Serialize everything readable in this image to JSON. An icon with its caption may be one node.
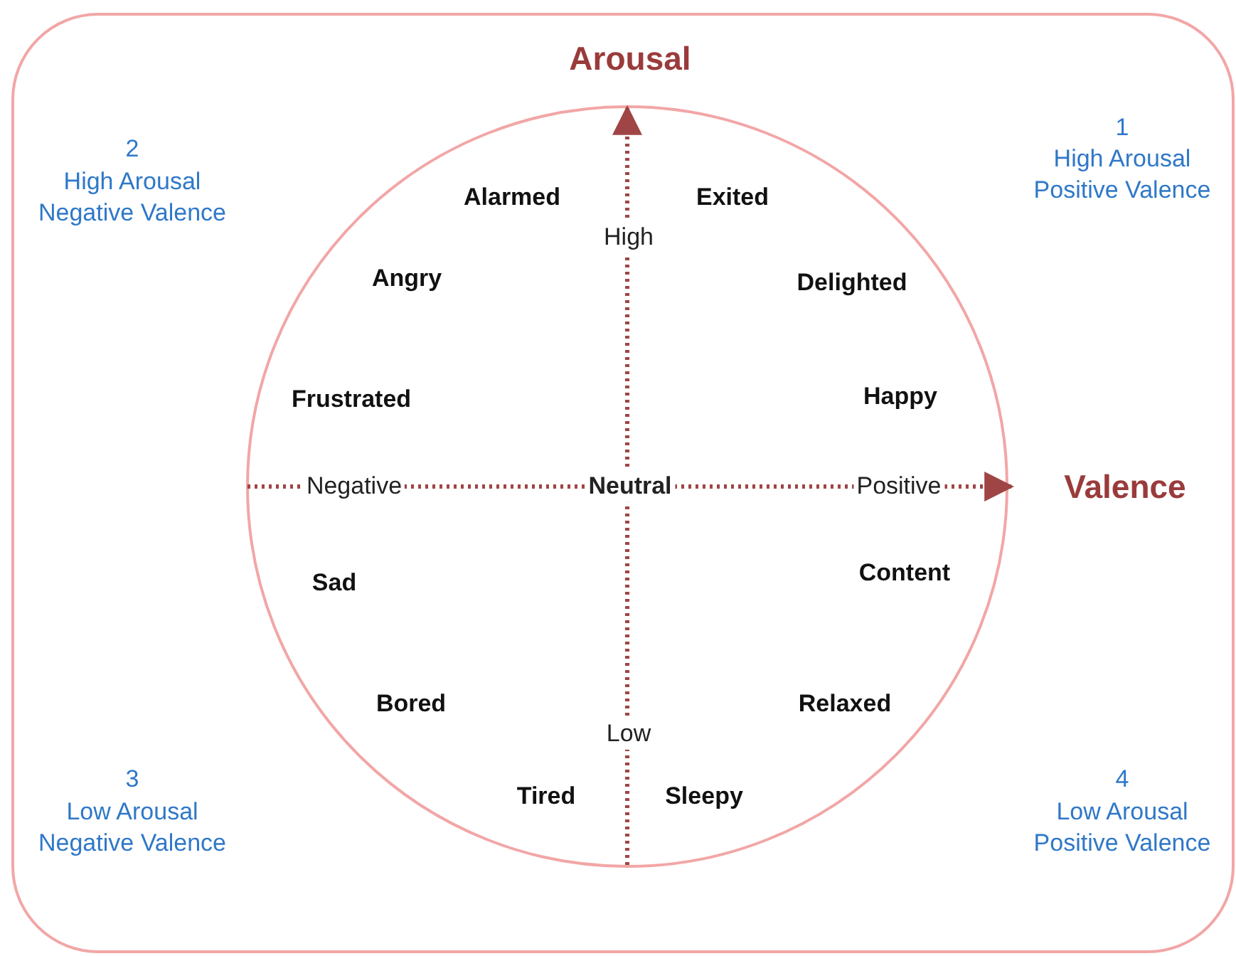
{
  "diagram": {
    "labels": [
      "Arousal",
      "1",
      "High Arousal Positive Valence",
      "2",
      "High Arousal Negative Valence",
      "Alarmed",
      "Exited",
      "High",
      "Angry",
      "Delighted",
      "Frustrated",
      "Happy",
      "Negative",
      "Neutral",
      "Positive",
      "Valence",
      "Sad",
      "Content",
      "Bored",
      "Relaxed",
      "Low",
      "Tired",
      "Sleepy",
      "3",
      "Low Arousal Negative Valence",
      "4",
      "Low Arousal Positive Valence"
    ]
  }
}
